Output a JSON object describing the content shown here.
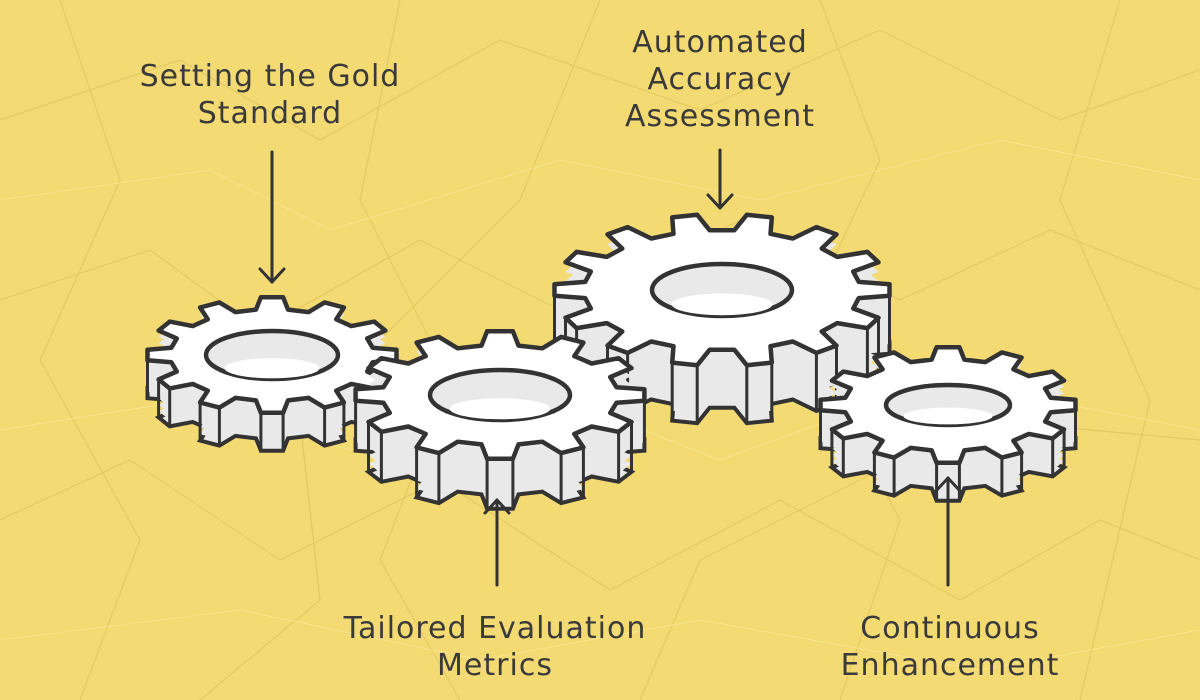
{
  "colors": {
    "background": "#f3da72",
    "gear_fill": "#ffffff",
    "gear_side": "#e9e9e9",
    "ink": "#333333"
  },
  "labels": {
    "gold_standard": [
      "Setting the Gold",
      "Standard"
    ],
    "automated_accuracy": [
      "Automated",
      "Accuracy",
      "Assessment"
    ],
    "tailored_metrics": [
      "Tailored Evaluation",
      "Metrics"
    ],
    "continuous_enhancement": [
      "Continuous",
      "Enhancement"
    ]
  }
}
